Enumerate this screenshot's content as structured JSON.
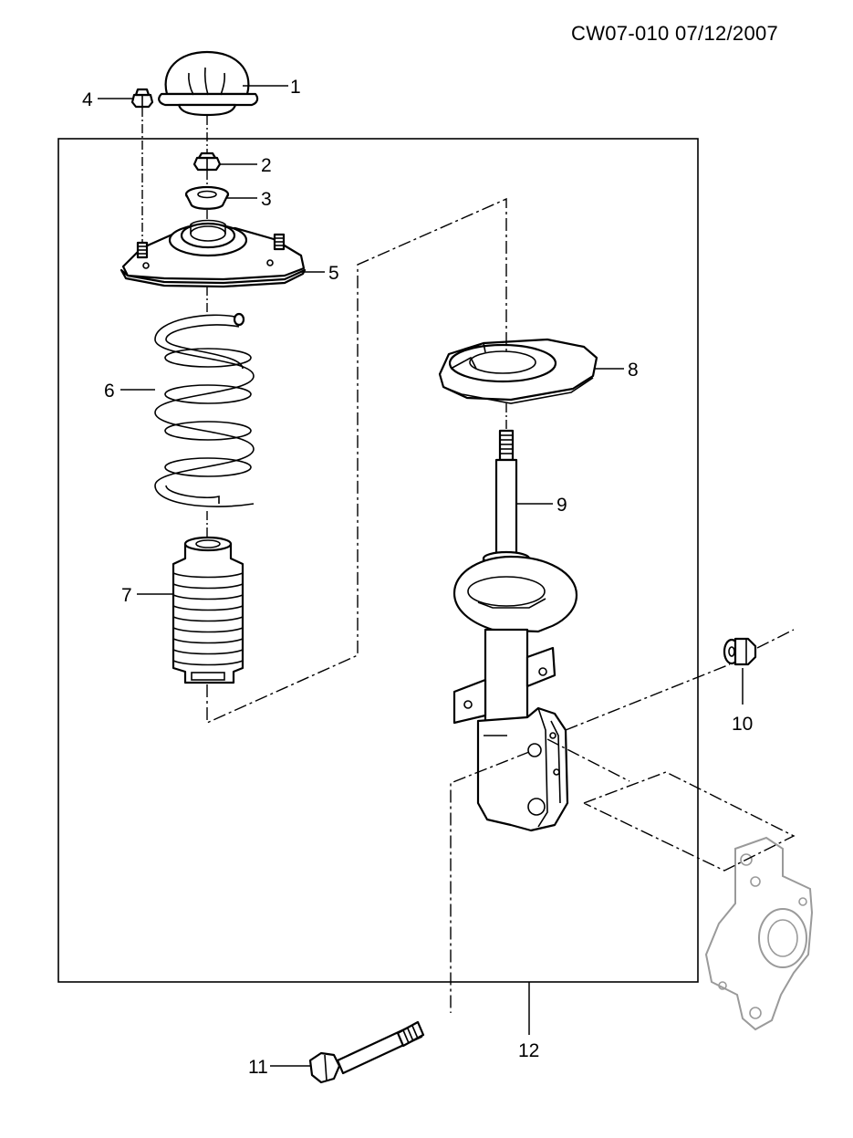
{
  "header": {
    "drawing_code": "CW07-010  07/12/2007"
  },
  "callouts": [
    {
      "id": "1",
      "label": "1"
    },
    {
      "id": "2",
      "label": "2"
    },
    {
      "id": "3",
      "label": "3"
    },
    {
      "id": "4",
      "label": "4"
    },
    {
      "id": "5",
      "label": "5"
    },
    {
      "id": "6",
      "label": "6"
    },
    {
      "id": "7",
      "label": "7"
    },
    {
      "id": "8",
      "label": "8"
    },
    {
      "id": "9",
      "label": "9"
    },
    {
      "id": "10",
      "label": "10"
    },
    {
      "id": "11",
      "label": "11"
    },
    {
      "id": "12",
      "label": "12"
    }
  ]
}
